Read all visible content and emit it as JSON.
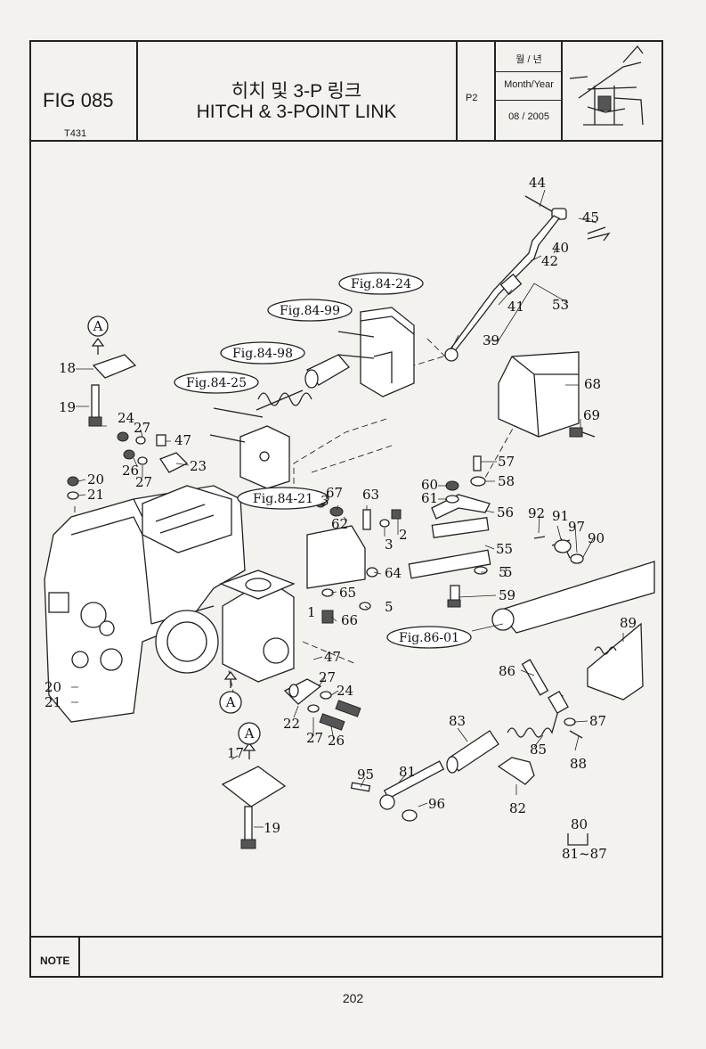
{
  "header": {
    "fig_code": "FIG 085",
    "model": "T431",
    "title_ko": "히치 및 3-P 링크",
    "title_en": "HITCH & 3-POINT LINK",
    "page_code": "P2",
    "date_header_ko": "월 / 년",
    "date_header_en": "Month/Year",
    "date_value": "08 / 2005"
  },
  "callouts": [
    "1",
    "2",
    "3",
    "3",
    "5",
    "5",
    "5",
    "17",
    "18",
    "19",
    "19",
    "20",
    "20",
    "21",
    "21",
    "22",
    "23",
    "24",
    "24",
    "26",
    "26",
    "27",
    "27",
    "27",
    "27",
    "39",
    "40",
    "41",
    "42",
    "44",
    "45",
    "47",
    "47",
    "53",
    "55",
    "56",
    "57",
    "58",
    "59",
    "60",
    "61",
    "62",
    "63",
    "64",
    "65",
    "66",
    "67",
    "68",
    "69",
    "80",
    "81",
    "82",
    "83",
    "85",
    "86",
    "87",
    "88",
    "89",
    "90",
    "91",
    "92",
    "95",
    "96",
    "97"
  ],
  "range_label": "81~87",
  "view_markers": [
    "A",
    "A",
    "A"
  ],
  "figure_refs": [
    "Fig.84-24",
    "Fig.84-99",
    "Fig.84-98",
    "Fig.84-25",
    "Fig.84-21",
    "Fig.86-01"
  ],
  "footer": {
    "note_label": "NOTE",
    "page_number": "202"
  }
}
